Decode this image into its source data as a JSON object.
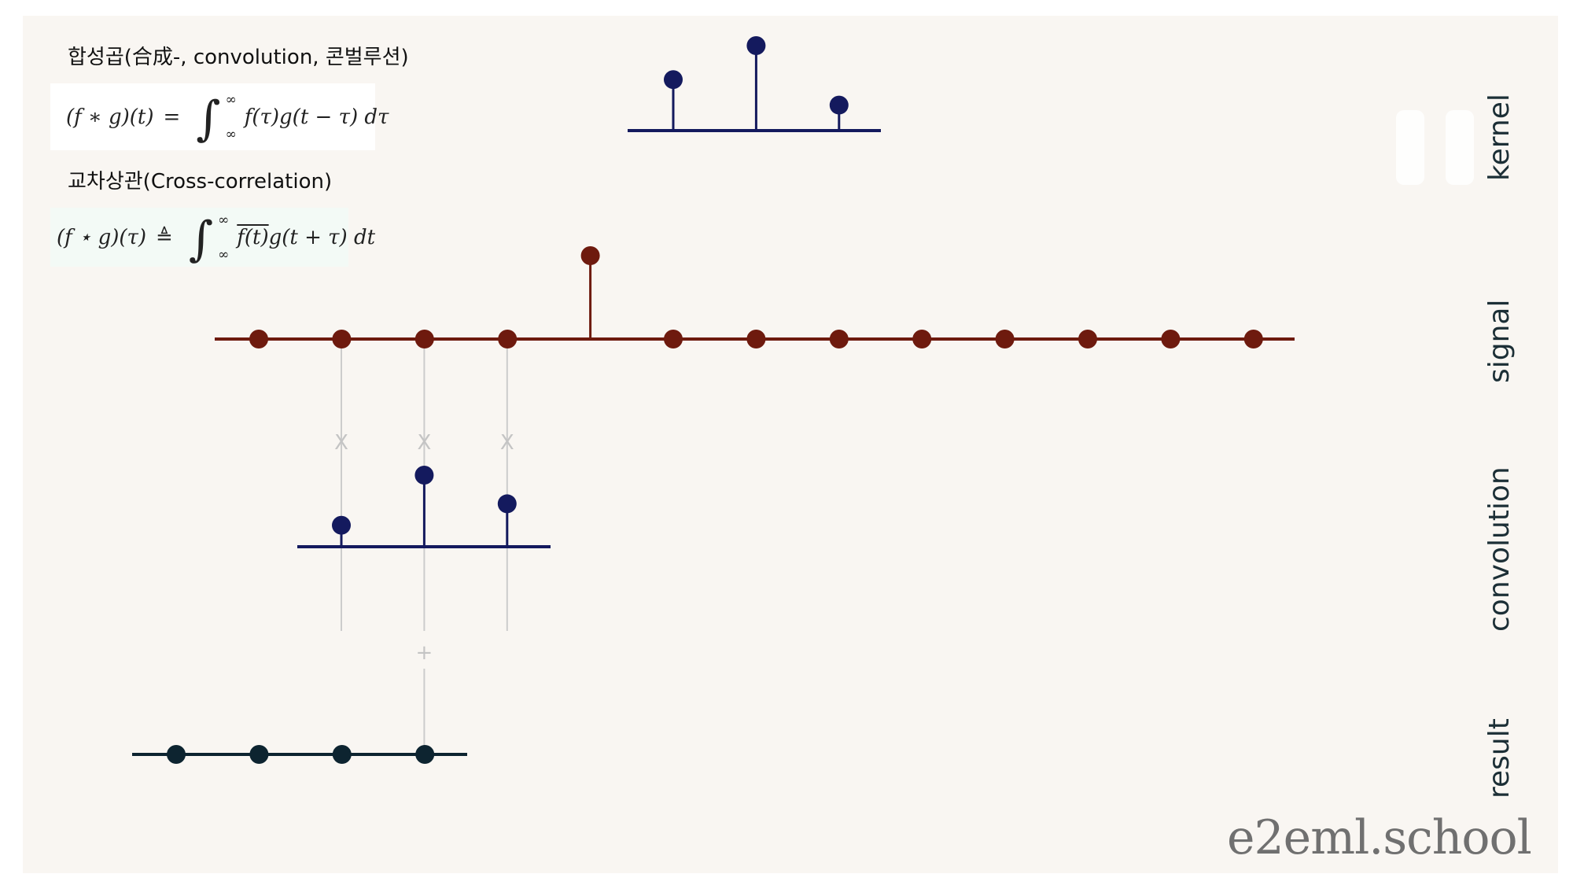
{
  "titles": {
    "convolution": "합성곱(合成-, convolution, 콘벌루션)",
    "cross_correlation": "교차상관(Cross-correlation)"
  },
  "formulas": {
    "convolution": {
      "lhs": "(f ∗ g)(t)",
      "eq": "=",
      "upper": "∞",
      "lower": "∞",
      "integrand": "f(τ)g(t − τ) dτ"
    },
    "cross_correlation": {
      "lhs": "(f ⋆ g)(τ)",
      "eq": "≜",
      "upper": "∞",
      "lower": "∞",
      "integrand_conj": "f(t)",
      "integrand_rest": "g(t + τ) dt"
    }
  },
  "labels": {
    "kernel": "kernel",
    "signal": "signal",
    "convolution": "convolution",
    "result": "result"
  },
  "operators": {
    "multiply": "X",
    "add": "+"
  },
  "watermark": "e2eml.school",
  "colors": {
    "kernel": "#141a5e",
    "signal": "#6e1a0e",
    "result": "#0d2430",
    "guide": "#cccccc"
  },
  "diagram": {
    "kernel_values": [
      0.6,
      1.0,
      0.3
    ],
    "signal_values": [
      0,
      0,
      0,
      0,
      1,
      0,
      0,
      0,
      0,
      0,
      0,
      0,
      0
    ],
    "shifted_kernel_values": [
      0.3,
      1.0,
      0.6
    ],
    "result_values": [
      0,
      0,
      0,
      0
    ]
  }
}
